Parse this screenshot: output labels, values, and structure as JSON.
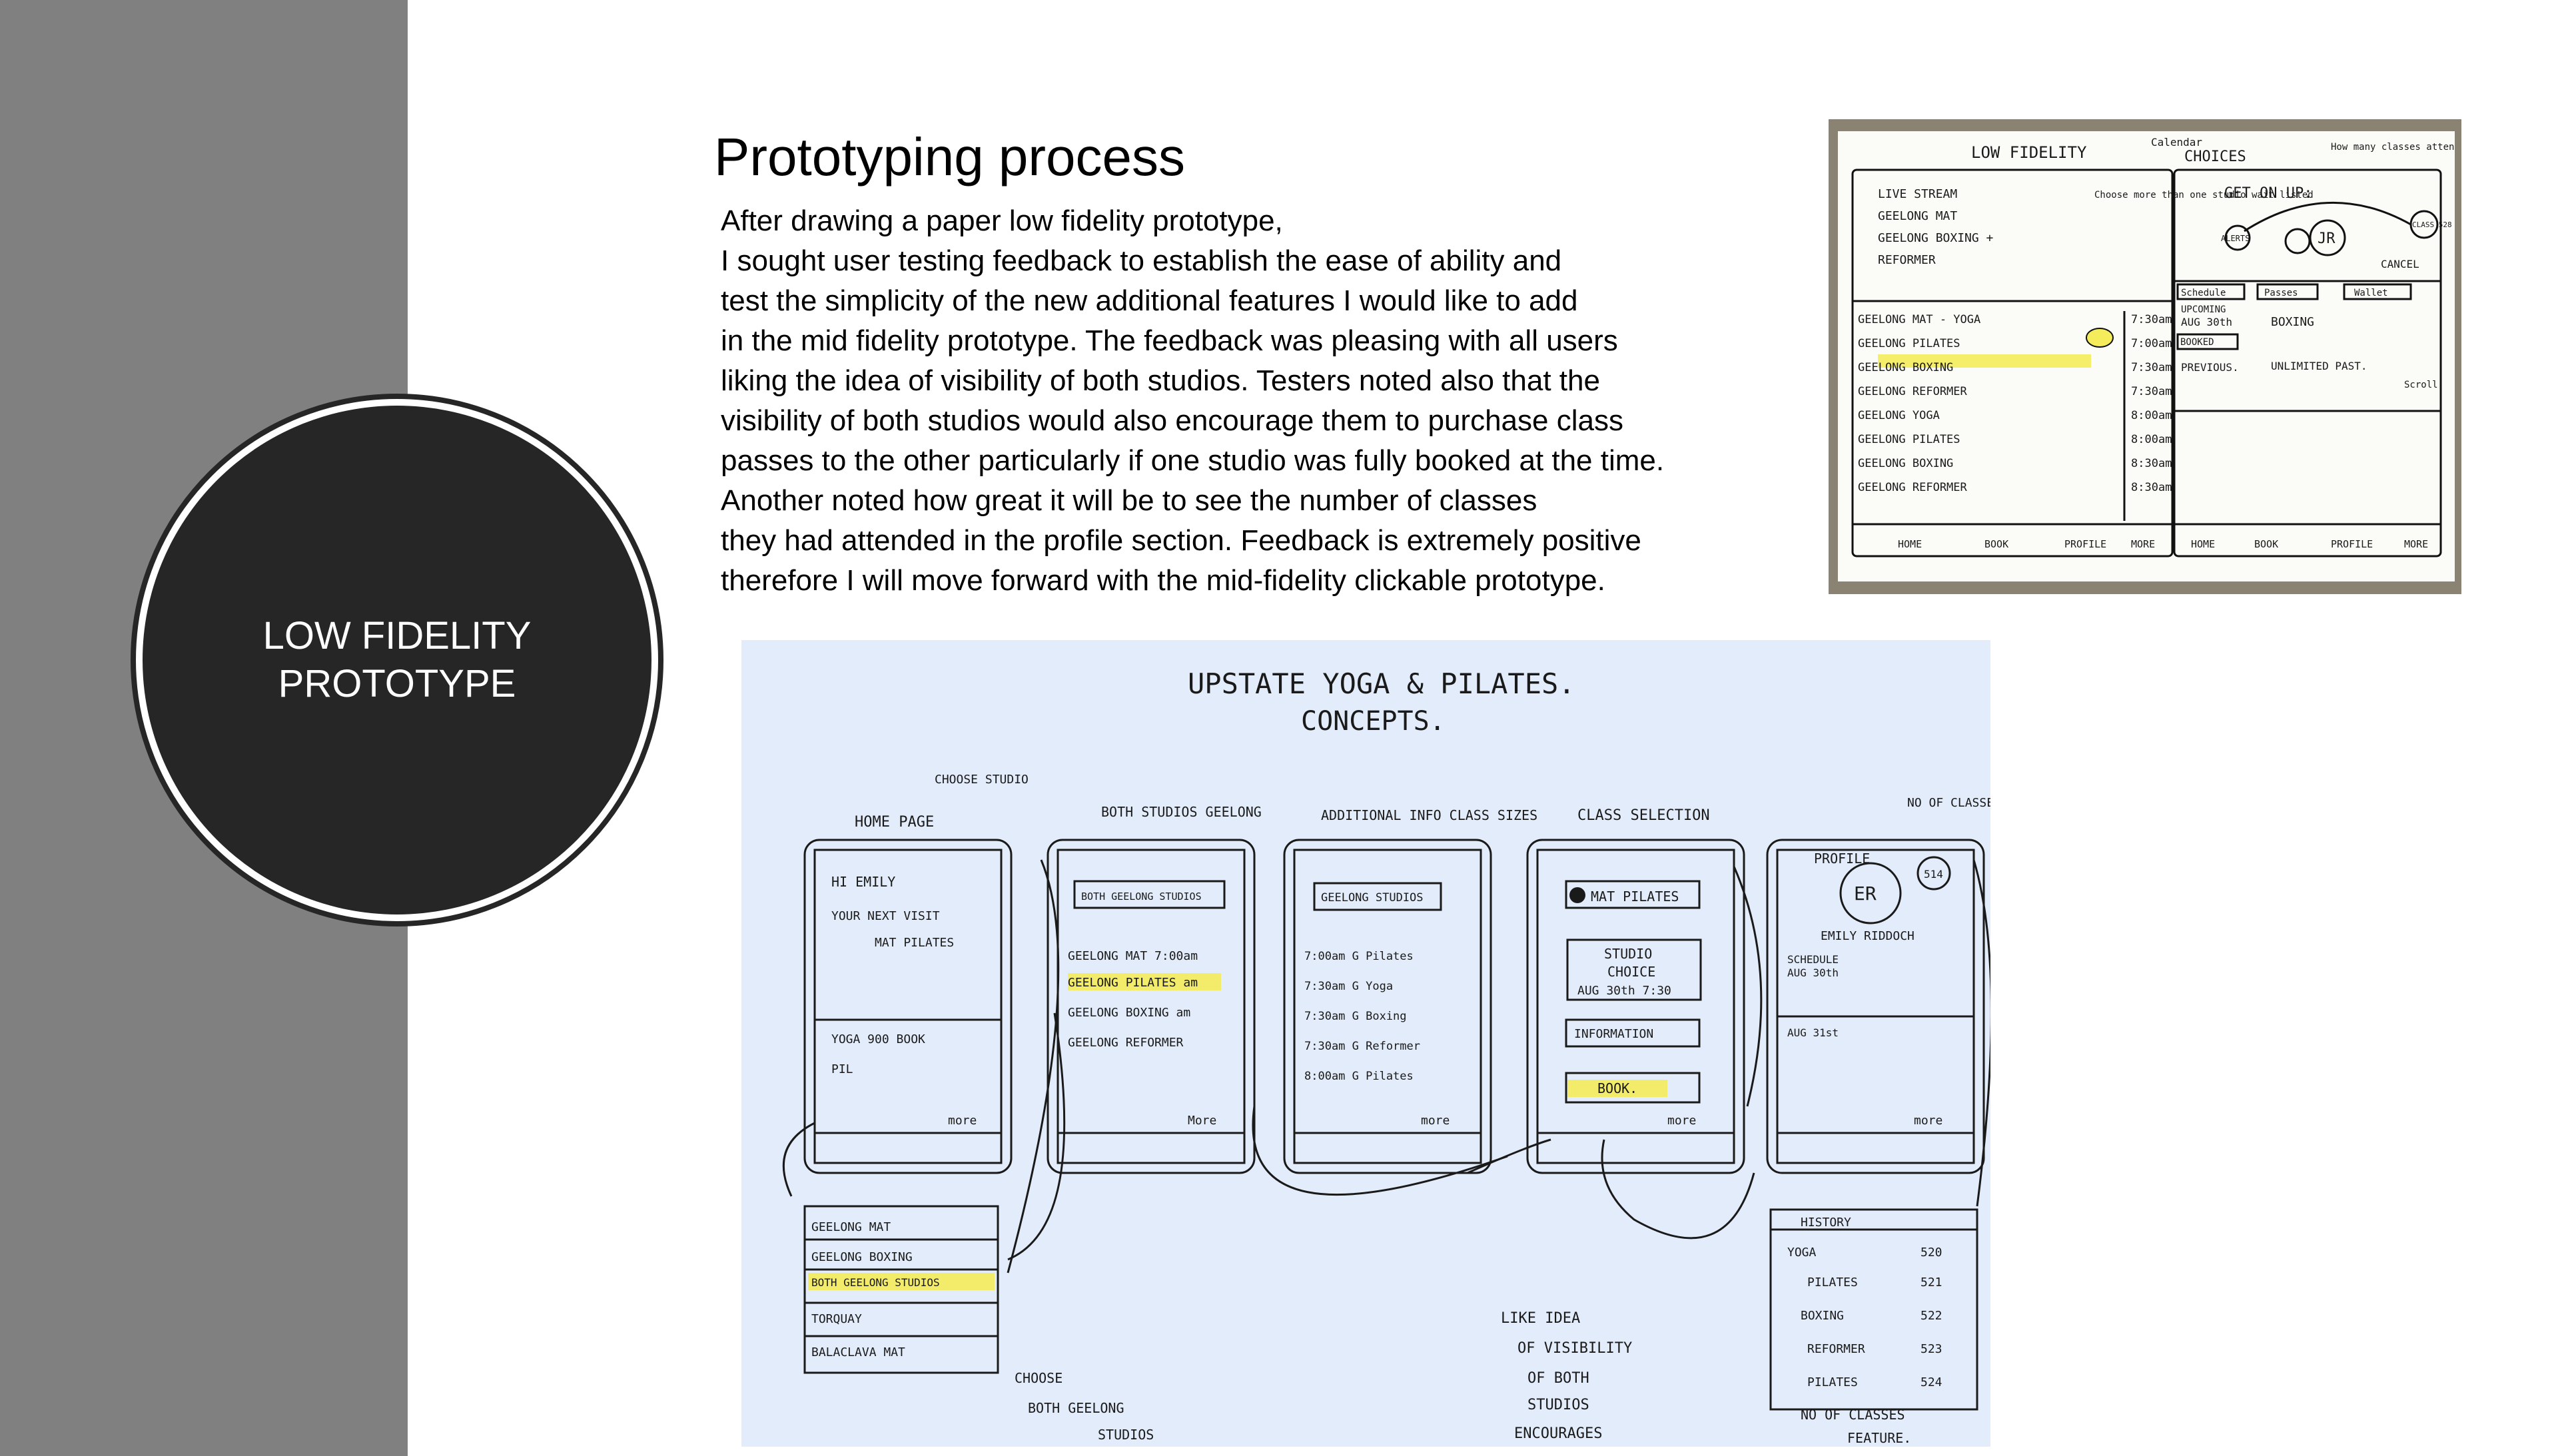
{
  "sidebar": {
    "circle_label_line1": "LOW FIDELITY",
    "circle_label_line2": "PROTOTYPE"
  },
  "title": "Prototyping process",
  "body_lines": [
    "After drawing a paper low fidelity prototype,",
    "I sought user testing feedback to establish the ease of ability and",
    "test the simplicity of the new additional features I would like to add",
    "in the mid fidelity prototype. The feedback was pleasing with all users",
    "liking the idea of visibility of both studios. Testers noted also that the",
    "visibility of both studios would also encourage them to purchase class",
    "passes to the other particularly if one studio was fully booked at the time.",
    "Another noted how great it will be to see the number of classes",
    "they had attended in the profile section. Feedback is extremely positive",
    "therefore I will move forward with the mid-fidelity clickable prototype."
  ],
  "photo": {
    "header": "LOW FIDELITY",
    "calendar_note": "Calendar",
    "choices": "CHOICES",
    "how_many": "How many classes attended",
    "left_list": [
      "LIVE STREAM",
      "GEELONG MAT",
      "GEELONG BOXING +",
      "REFORMER"
    ],
    "side_note": "Choose more than one studio wait listed",
    "classes": [
      {
        "name": "GEELONG MAT - YOGA",
        "time": "7:30am"
      },
      {
        "name": "GEELONG PILATES",
        "time": "7:00am"
      },
      {
        "name": "GEELONG BOXING",
        "time": "7:30am"
      },
      {
        "name": "GEELONG REFORMER",
        "time": "7:30am"
      },
      {
        "name": "GEELONG YOGA",
        "time": "8:00am"
      },
      {
        "name": "GEELONG PILATES",
        "time": "8:00am"
      },
      {
        "name": "GEELONG BOXING",
        "time": "8:30am"
      },
      {
        "name": "GEELONG REFORMER",
        "time": "8:30am"
      }
    ],
    "get_on_up": "GET ON UP:",
    "alerts": "ALERTS",
    "initials": "JR",
    "class_count": "CLASS 528",
    "cancel": "CANCEL",
    "tabs": [
      "Schedule",
      "Passes",
      "Wallet"
    ],
    "upcoming": "UPCOMING",
    "upcoming_date": "AUG 30th",
    "upcoming_class": "BOXING",
    "booked": "BOOKED",
    "previous": "PREVIOUS.",
    "unlimited": "UNLIMITED PAST.",
    "scroll": "Scroll",
    "nav_left": [
      "HOME",
      "BOOK",
      "PROFILE",
      "MORE"
    ],
    "nav_right": [
      "HOME",
      "BOOK",
      "PROFILE",
      "MORE"
    ]
  },
  "sketch": {
    "title1": "UPSTATE YOGA & PILATES.",
    "title2": "CONCEPTS.",
    "labels": {
      "home": "HOME PAGE",
      "choose_studio": "CHOOSE STUDIO",
      "both": "BOTH STUDIOS GEELONG",
      "additional": "ADDITIONAL INFO CLASS SIZES",
      "class_sel": "CLASS SELECTION",
      "no_classes": "NO OF CLASSES"
    },
    "screen1": {
      "hi": "HI EMILY",
      "next": "YOUR NEXT VISIT",
      "mat": "MAT PILATES",
      "yoga": "YOGA 900 BOOK",
      "pilates": "PIL",
      "more": "more"
    },
    "screen2": {
      "both": "BOTH GEELONG STUDIOS",
      "rows": [
        "GEELONG MAT 7:00am",
        "GEELONG PILATES am",
        "GEELONG BOXING am",
        "GEELONG REFORMER"
      ],
      "more": "More"
    },
    "screen3": {
      "header": "GEELONG STUDIOS",
      "rows": [
        "7:00am G Pilates",
        "7:30am G Yoga",
        "7:30am G Boxing",
        "7:30am G Reformer",
        "8:00am G Pilates"
      ],
      "more": "more"
    },
    "screen4": {
      "mat": "MAT PILATES",
      "choice1": "STUDIO",
      "choice2": "CHOICE",
      "choice3": "AUG 30th 7:30",
      "info": "INFORMATION",
      "book": "BOOK.",
      "more": "more"
    },
    "screen5": {
      "profile": "PROFILE",
      "initials": "ER",
      "badge": "514",
      "name": "EMILY RIDDOCH",
      "schedule": "SCHEDULE",
      "date1": "AUG 30th",
      "date2": "AUG 31st",
      "more": "more"
    },
    "dropdown": [
      "GEELONG MAT",
      "GEELONG BOXING",
      "BOTH GEELONG STUDIOS",
      "TORQUAY",
      "BALACLAVA MAT"
    ],
    "choose_both": [
      "CHOOSE",
      "BOTH GEELONG",
      "STUDIOS"
    ],
    "history": {
      "title": "HISTORY",
      "rows": [
        [
          "YOGA",
          "520"
        ],
        [
          "PILATES",
          "521"
        ],
        [
          "BOXING",
          "522"
        ],
        [
          "REFORMER",
          "523"
        ],
        [
          "PILATES",
          "524"
        ]
      ]
    },
    "like_note": [
      "LIKE IDEA",
      "OF VISIBILITY",
      "OF BOTH",
      "STUDIOS",
      "ENCOURAGES"
    ],
    "feature_note": [
      "NO OF CLASSES",
      "FEATURE."
    ]
  }
}
